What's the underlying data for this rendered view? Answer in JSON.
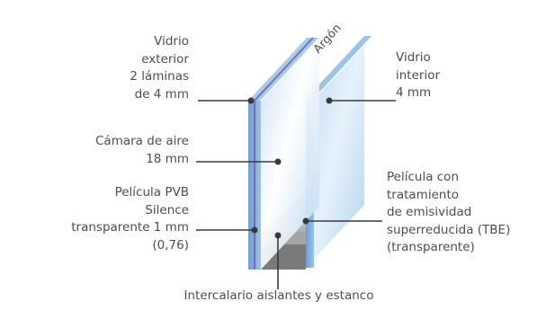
{
  "diagram": {
    "labels": {
      "vidrio_exterior": [
        "Vidrio",
        "exterior",
        "2 láminas",
        "de 4 mm"
      ],
      "camara_aire": [
        "Cámara de aire",
        "18 mm"
      ],
      "pelicula_pvb": [
        "Película PVB",
        "Silence",
        "transparente 1 mm",
        "(0,76)"
      ],
      "argon": "Argón",
      "vidrio_interior": [
        "Vidrio",
        "interior",
        "4 mm"
      ],
      "pelicula_tbe": [
        "Película con",
        "tratamiento",
        "de emisividad",
        "superreducida (TBE)",
        "(transparente)"
      ],
      "intercalario": "Intercalario aislantes y estanco"
    },
    "colors": {
      "glass_face": "#c5e0f5",
      "glass_edge": "#7aaad8",
      "pvb_film": "#7b6fb0",
      "spacer": "#7f7f7f",
      "leader": "#3a3a3a",
      "text": "#4d4d4d"
    }
  }
}
